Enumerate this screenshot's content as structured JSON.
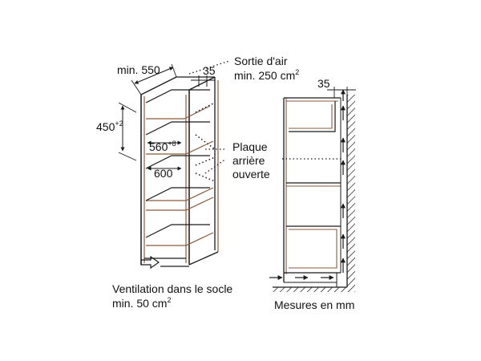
{
  "labels": {
    "min_550": "min. 550",
    "sortie_line1": "Sortie d'air",
    "sortie_line2": "min. 250 cm",
    "sortie_sup": "2",
    "dim_35_left": "35",
    "dim_450": "450",
    "dim_450_sup": "+2",
    "dim_560": "560",
    "dim_560_sup": "+8",
    "dim_600": "600",
    "plaque_line1": "Plaque",
    "plaque_line2": "arrière",
    "plaque_line3": "ouverte",
    "dim_35_right": "35",
    "ventilation_line1": "Ventilation dans le socle",
    "ventilation_line2": "min. 50 cm",
    "ventilation_sup": "2",
    "mesures": "Mesures en mm"
  },
  "colors": {
    "ink": "#1a1a1a",
    "cabinet_edge": "#8a5a3c",
    "wall_hatch": "#1a1a1a"
  }
}
